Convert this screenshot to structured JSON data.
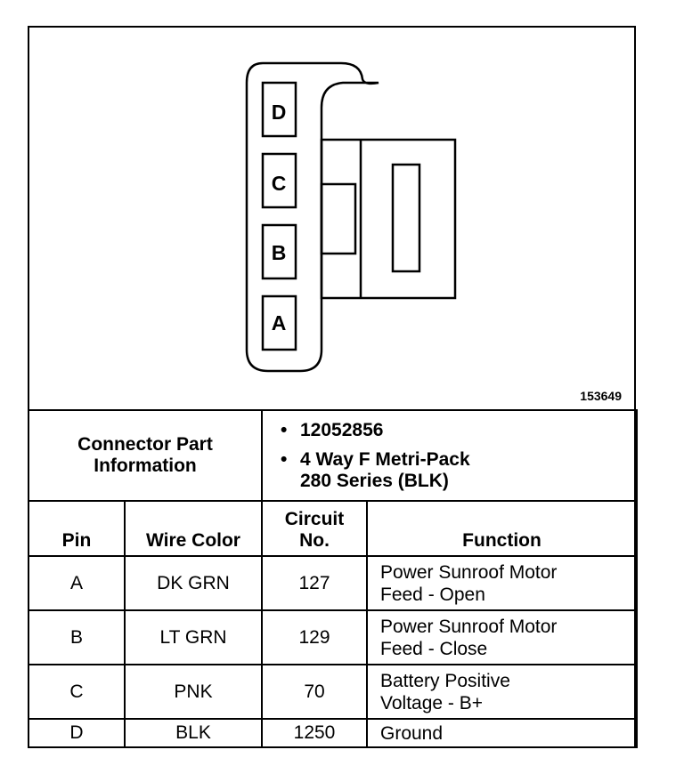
{
  "figure_number": "153649",
  "connector": {
    "pins": [
      "D",
      "C",
      "B",
      "A"
    ]
  },
  "part_info": {
    "label_line1": "Connector Part",
    "label_line2": "Information",
    "bullet": "•",
    "part_number": "12052856",
    "description_line1": "4 Way F Metri-Pack",
    "description_line2": "280 Series (BLK)"
  },
  "table": {
    "headers": {
      "pin": "Pin",
      "wire_color": "Wire Color",
      "circuit_line1": "Circuit",
      "circuit_line2": "No.",
      "function": "Function"
    },
    "rows": [
      {
        "pin": "A",
        "wire_color": "DK GRN",
        "circuit": "127",
        "function_line1": "Power Sunroof Motor",
        "function_line2": "Feed - Open"
      },
      {
        "pin": "B",
        "wire_color": "LT GRN",
        "circuit": "129",
        "function_line1": "Power Sunroof Motor",
        "function_line2": "Feed - Close"
      },
      {
        "pin": "C",
        "wire_color": "PNK",
        "circuit": "70",
        "function_line1": "Battery Positive",
        "function_line2": "Voltage - B+"
      },
      {
        "pin": "D",
        "wire_color": "BLK",
        "circuit": "1250",
        "function_line1": "Ground",
        "function_line2": ""
      }
    ]
  }
}
